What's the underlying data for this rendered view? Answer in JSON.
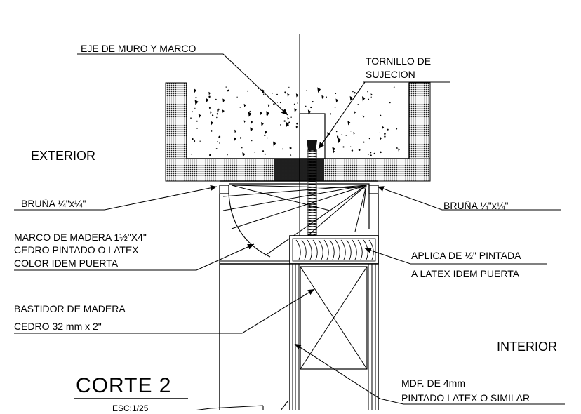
{
  "drawing": {
    "title": "CORTE  2",
    "scale": "ESC:1/25",
    "side_exterior": "EXTERIOR",
    "side_interior": "INTERIOR",
    "labels": {
      "wall_axis": "EJE DE MURO Y MARCO",
      "screw_line1": "TORNILLO DE",
      "screw_line2": "SUJECION",
      "bruna_left": "BRUÑA ¼\"x¼\"",
      "bruna_right": "BRUÑA ¼\"x¼\"",
      "frame_line1": "MARCO DE MADERA 1½\"X4\"",
      "frame_line2": "CEDRO PINTADO O LATEX",
      "frame_line3": "COLOR IDEM PUERTA",
      "trim_line1": "APLICA DE ½\" PINTADA",
      "trim_line2": "A LATEX IDEM PUERTA",
      "stile_line1": "BASTIDOR DE MADERA",
      "stile_line2": "CEDRO 32 mm x 2\"",
      "mdf_line1": "MDF. DE 4mm",
      "mdf_line2": "PINTADO LATEX O SIMILAR"
    }
  }
}
